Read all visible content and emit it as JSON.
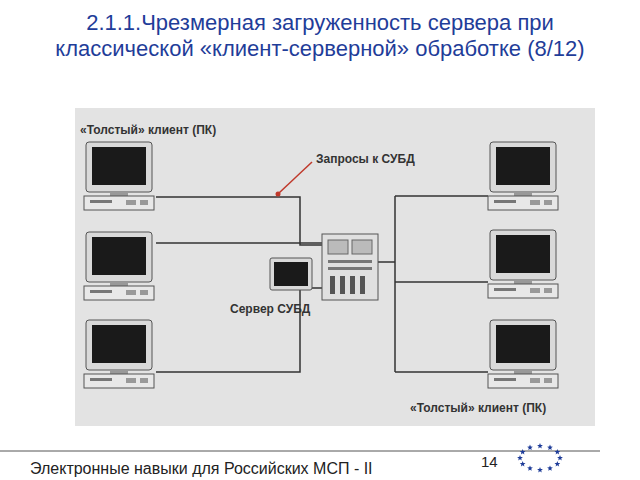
{
  "diagram": {
    "title": "2.1.1.Чрезмерная загруженность сервера при классической «клиент-серверной» обработке (8/12)",
    "labels": [
      "«Толстый» клиент (ПК)",
      "Запросы к СУБД",
      "Сервер СУБД",
      "«Толстый» клиент (ПК)",
      "Электронные навыки для Российских МСП - II",
      "14"
    ]
  }
}
